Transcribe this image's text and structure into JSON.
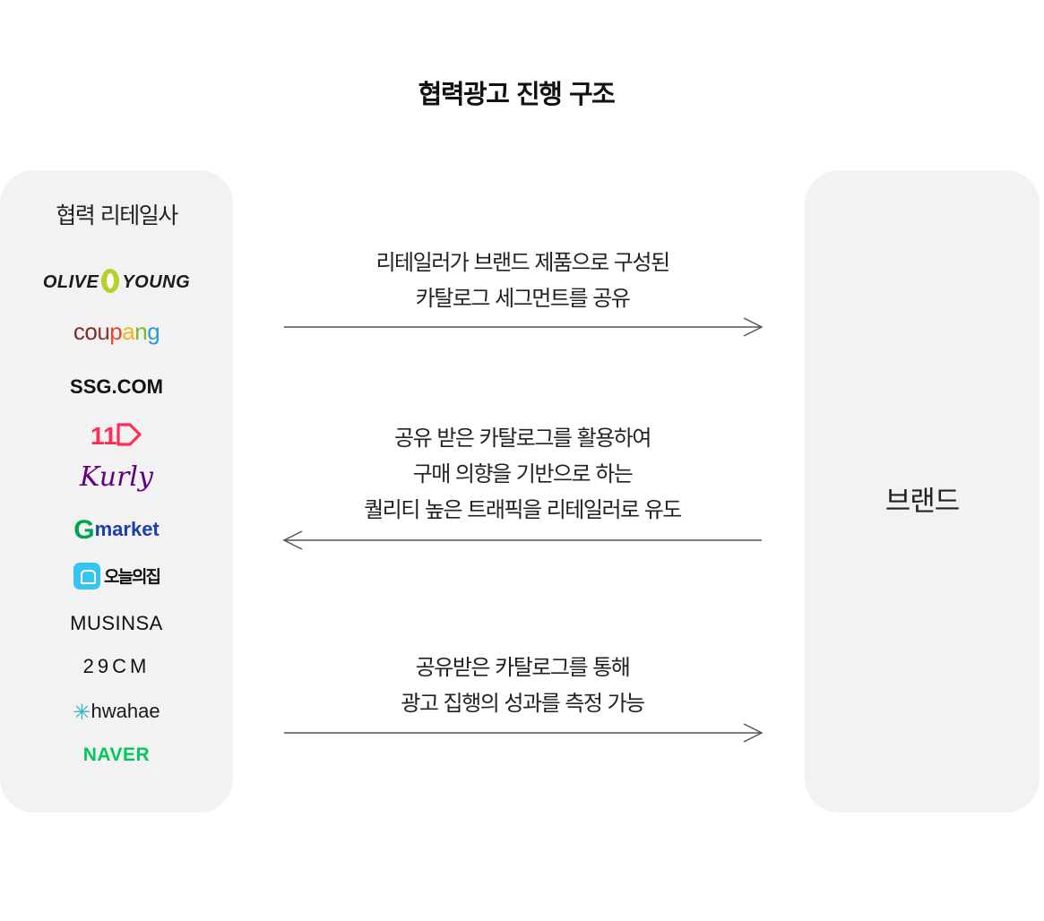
{
  "title": "협력광고 진행 구조",
  "retailers_panel": {
    "title": "협력 리테일사",
    "logos": {
      "oliveyoung_left": "OLIVE",
      "oliveyoung_right": "YOUNG",
      "coupang_letters": [
        "c",
        "o",
        "u",
        "p",
        "a",
        "n",
        "g"
      ],
      "ssg": "SSG.COM",
      "eleven_st": "11",
      "kurly": "Kurly",
      "gmarket_g": "G",
      "gmarket_rest": "market",
      "ohou": "오늘의집",
      "musinsa": "MUSINSA",
      "twentynine_cm": "29CM",
      "hwahae": "hwahae",
      "naver": "NAVER"
    },
    "icons": {
      "oliveyoung": "olive-leaf-icon",
      "ohou": "house-icon",
      "hwahae": "sparkle-icon",
      "eleven_st": "arrow-tag-icon"
    }
  },
  "brand_panel": {
    "label": "브랜드"
  },
  "flows": [
    {
      "lines": [
        "리테일러가 브랜드 제품으로 구성된",
        "카탈로그 세그먼트를 공유"
      ],
      "direction": "right"
    },
    {
      "lines": [
        "공유 받은 카탈로그를 활용하여",
        "구매 의향을 기반으로 하는",
        "퀄리티 높은 트래픽을 리테일러로 유도"
      ],
      "direction": "left"
    },
    {
      "lines": [
        "공유받은 카탈로그를 통해",
        "광고 집행의 성과를 측정 가능"
      ],
      "direction": "right"
    }
  ],
  "colors": {
    "panel_bg": "#f2f2f2",
    "text": "#222222",
    "arrow": "#555555",
    "coupang": [
      "#7b2d26",
      "#e8452c",
      "#e8452c",
      "#f3b61f",
      "#79b82b",
      "#3aaa4a",
      "#2c9ad6"
    ],
    "oliveyoung_mark": "#b7cf2a",
    "eleven_st": "#ff2c55",
    "kurly": "#5f0080",
    "gmarket_g": "#00a44e",
    "gmarket_text": "#1b3fa8",
    "ohou": "#35c5f0",
    "hwahae": "#2bb6c7",
    "naver": "#03c75a"
  }
}
